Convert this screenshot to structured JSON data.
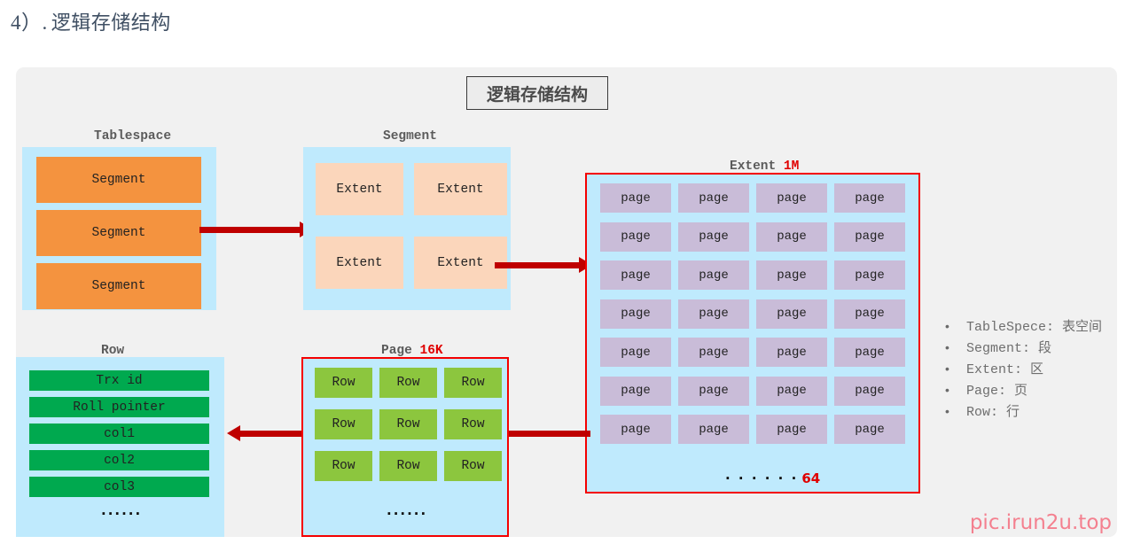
{
  "heading": {
    "number": "4）.",
    "text": "逻辑存储结构"
  },
  "diagram": {
    "title": "逻辑存储结构",
    "watermark": "pic.irun2u.top",
    "groups": {
      "tablespace": {
        "caption": "Tablespace",
        "cells": [
          "Segment",
          "Segment",
          "Segment"
        ]
      },
      "segment": {
        "caption": "Segment",
        "cells": [
          "Extent",
          "Extent",
          "Extent",
          "Extent"
        ]
      },
      "extent": {
        "caption": "Extent",
        "caption_highlight": "1M",
        "cell_label": "page",
        "rows": 7,
        "cols": 4,
        "footer_dots": "· · · · · ·",
        "footer_highlight": "64"
      },
      "page": {
        "caption": "Page",
        "caption_highlight": "16K",
        "cell_label": "Row",
        "rows": 3,
        "cols": 3,
        "footer_dots": "······"
      },
      "row": {
        "caption": "Row",
        "cells": [
          "Trx id",
          "Roll pointer",
          "col1",
          "col2",
          "col3"
        ],
        "footer_dots": "······"
      }
    },
    "colors": {
      "panel_bg": "#f1f1f1",
      "container_cyan": "#bfeafd",
      "segment_orange": "#f4933f",
      "extent_peach": "#fbd6bb",
      "page_lavender": "#c9bcd8",
      "row_green": "#8cc63e",
      "row_dark_green": "#00a94f",
      "arrow_red": "#bf0000",
      "border_red": "#f40000",
      "highlight_red": "#e00000",
      "watermark_pink": "#f4808f"
    }
  },
  "legend": {
    "bullet": "•",
    "items": [
      {
        "term": "TableSpece: ",
        "cn": "表空间"
      },
      {
        "term": "Segment: ",
        "cn": "段"
      },
      {
        "term": "Extent: ",
        "cn": "区"
      },
      {
        "term": "Page: ",
        "cn": "页"
      },
      {
        "term": "Row: ",
        "cn": "行"
      }
    ]
  }
}
